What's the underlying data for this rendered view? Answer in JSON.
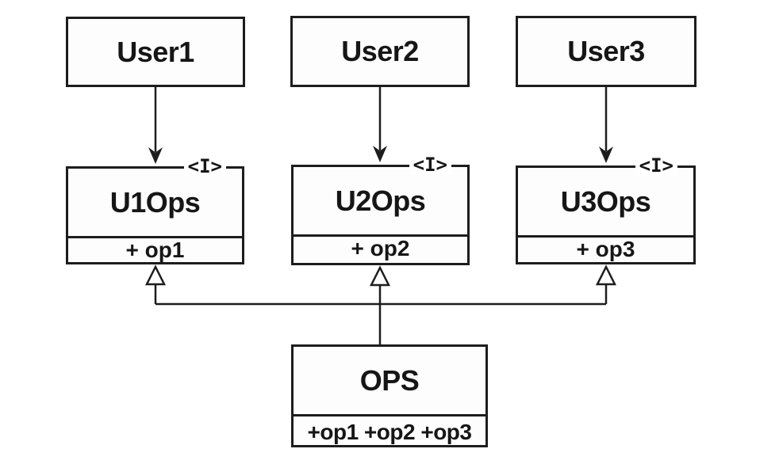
{
  "diagram_type": "uml-class-diagram",
  "colors": {
    "line": "#1d1d1d",
    "background": "#ffffff",
    "box_fill": "#fdfdfd",
    "text": "#161616"
  },
  "boxes": {
    "user1": {
      "title": "User1"
    },
    "user2": {
      "title": "User2"
    },
    "user3": {
      "title": "User3"
    },
    "u1ops": {
      "stereotype": "<I>",
      "title": "U1Ops",
      "operations": "+ op1"
    },
    "u2ops": {
      "stereotype": "<I>",
      "title": "U2Ops",
      "operations": "+ op2"
    },
    "u3ops": {
      "stereotype": "<I>",
      "title": "U3Ops",
      "operations": "+ op3"
    },
    "ops": {
      "title": "OPS",
      "operations": "+op1 +op2 +op3"
    }
  },
  "relationships": [
    {
      "from": "User1",
      "to": "U1Ops",
      "type": "dependency-arrow"
    },
    {
      "from": "User2",
      "to": "U2Ops",
      "type": "dependency-arrow"
    },
    {
      "from": "User3",
      "to": "U3Ops",
      "type": "dependency-arrow"
    },
    {
      "from": "OPS",
      "to": "U1Ops",
      "type": "realization-hollow-triangle"
    },
    {
      "from": "OPS",
      "to": "U2Ops",
      "type": "realization-hollow-triangle"
    },
    {
      "from": "OPS",
      "to": "U3Ops",
      "type": "realization-hollow-triangle"
    }
  ]
}
